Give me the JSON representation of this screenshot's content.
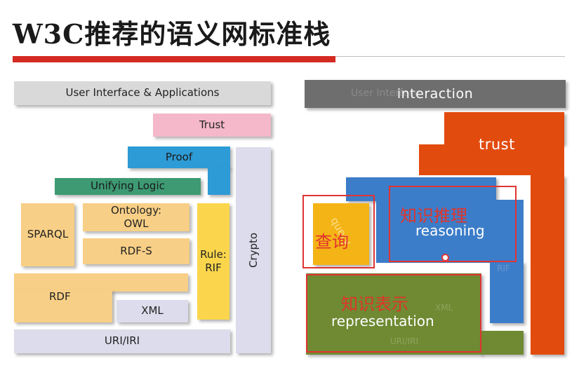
{
  "title": "W3C推荐的语义网标准栈",
  "left_stack": {
    "ui_apps": "User Interface & Applications",
    "trust": "Trust",
    "proof": "Proof",
    "unifying_logic": "Unifying Logic",
    "sparql": "SPARQL",
    "ontology": "Ontology:\nOWL",
    "rdfs": "RDF-S",
    "rule": "Rule:\nRIF",
    "rdf": "RDF",
    "xml": "XML",
    "uri": "URI/IRI",
    "crypto": "Crypto"
  },
  "right_stack": {
    "interaction": "interaction",
    "trust": "trust",
    "reasoning": "reasoning",
    "query": "query",
    "representation": "representation",
    "faded_labels": {
      "ui": "User Interface",
      "rif": "RIF",
      "xml": "XML",
      "uri": "URI/IRI"
    }
  },
  "annotations": {
    "query_cn": "查询",
    "reasoning_cn": "知识推理",
    "representation_cn": "知识表示"
  },
  "colors": {
    "title_bar": "#d42a22",
    "grey": "#d9d9d9",
    "lavender": "#dcdcec",
    "pink": "#f4b8ca",
    "cyan": "#2d9bd6",
    "green": "#3d9a73",
    "peach": "#f8cf86",
    "yellow": "#fbd64c",
    "orange_red": "#e24b0e",
    "blue": "#3c7dc9",
    "gold": "#f5b416",
    "olive": "#6f8a32",
    "annotation_red": "#e03434"
  }
}
